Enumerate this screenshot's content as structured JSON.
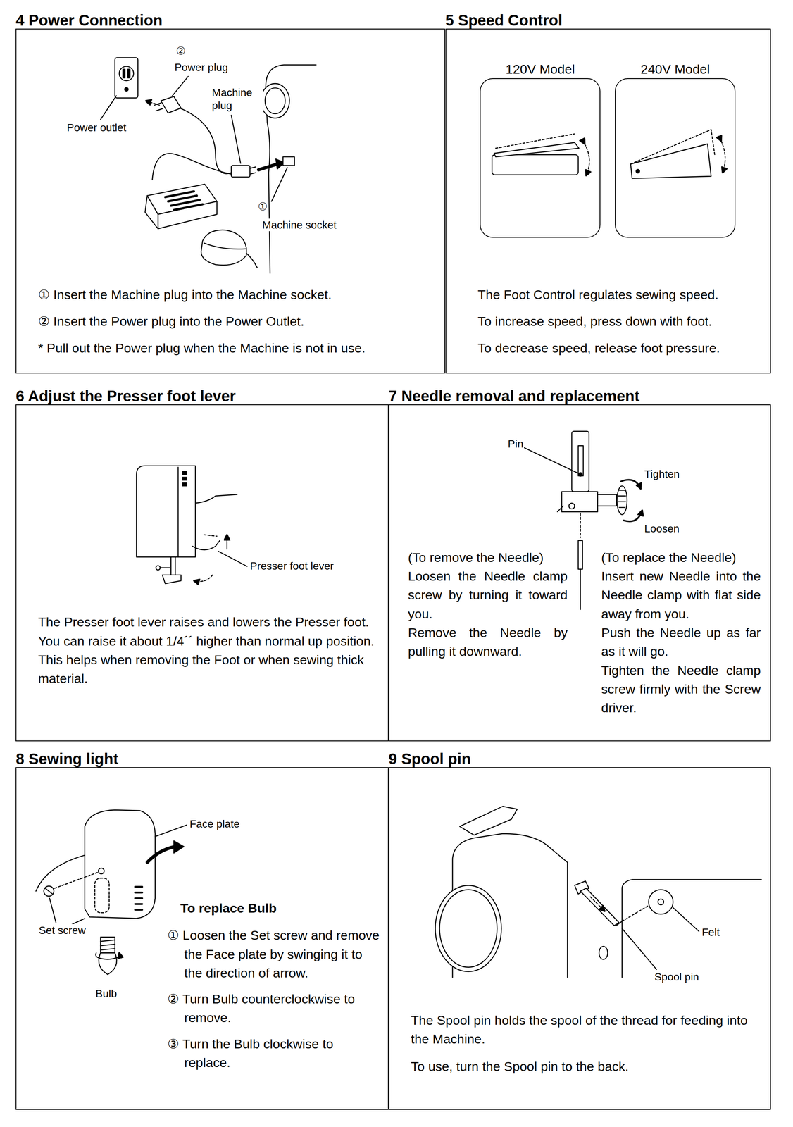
{
  "diagram": {
    "nodes": [
      {
        "text": [
          "4 Power Connection",
          "① Insert the Machine plug into the Machine socket.",
          "② Insert the Power plug into the Power Outlet.",
          "* Pull out the Power plug when the Machine is not in use."
        ]
      },
      {
        "text": [
          "5 Speed Control",
          "The Foot Control regulates sewing speed.",
          "To increase speed, press down with foot.",
          "To decrease speed, release foot pressure."
        ]
      },
      {
        "text": [
          "120V Model"
        ],
        "in": 1
      },
      {
        "text": [
          "240V Model"
        ],
        "in": 1
      },
      {
        "text": [
          "6 Adjust the Presser foot lever",
          "The Presser foot lever raises and lowers the Presser foot.",
          "You can raise it about 1/4´´ higher than normal up position.",
          "This helps when removing the Foot or when sewing thick material."
        ]
      },
      {
        "text": [
          "7 Needle removal and replacement",
          "(To remove the Needle)",
          "Loosen the Needle clamp screw by turning it toward you.",
          "Remove the Needle by pulling it downward.",
          "(To replace the Needle)",
          "Insert new Needle into the Needle clamp with flat side away from you.",
          "Push the Needle up as far as it will go.",
          "Tighten the Needle clamp screw firmly with the Screw driver."
        ]
      },
      {
        "text": [
          "8 Sewing light",
          "To replace Bulb",
          "① Loosen the Set screw and remove the Face plate by swinging it to the direction of arrow.",
          "② Turn Bulb counterclockwise to remove.",
          "③ Turn the Bulb clockwise to replace."
        ]
      },
      {
        "text": [
          "9 Spool pin",
          "The Spool pin holds the spool of the thread for feeding into the Machine.",
          "To use, turn the Spool pin to the back."
        ]
      }
    ],
    "labels": [
      "②",
      "Power plug",
      "Machine plug",
      "Power outlet",
      "①",
      "Machine socket",
      "Presser foot lever",
      "Pin",
      "Tighten",
      "Loosen",
      "Face plate",
      "Set screw",
      "Bulb",
      "Felt",
      "Spool pin"
    ]
  }
}
